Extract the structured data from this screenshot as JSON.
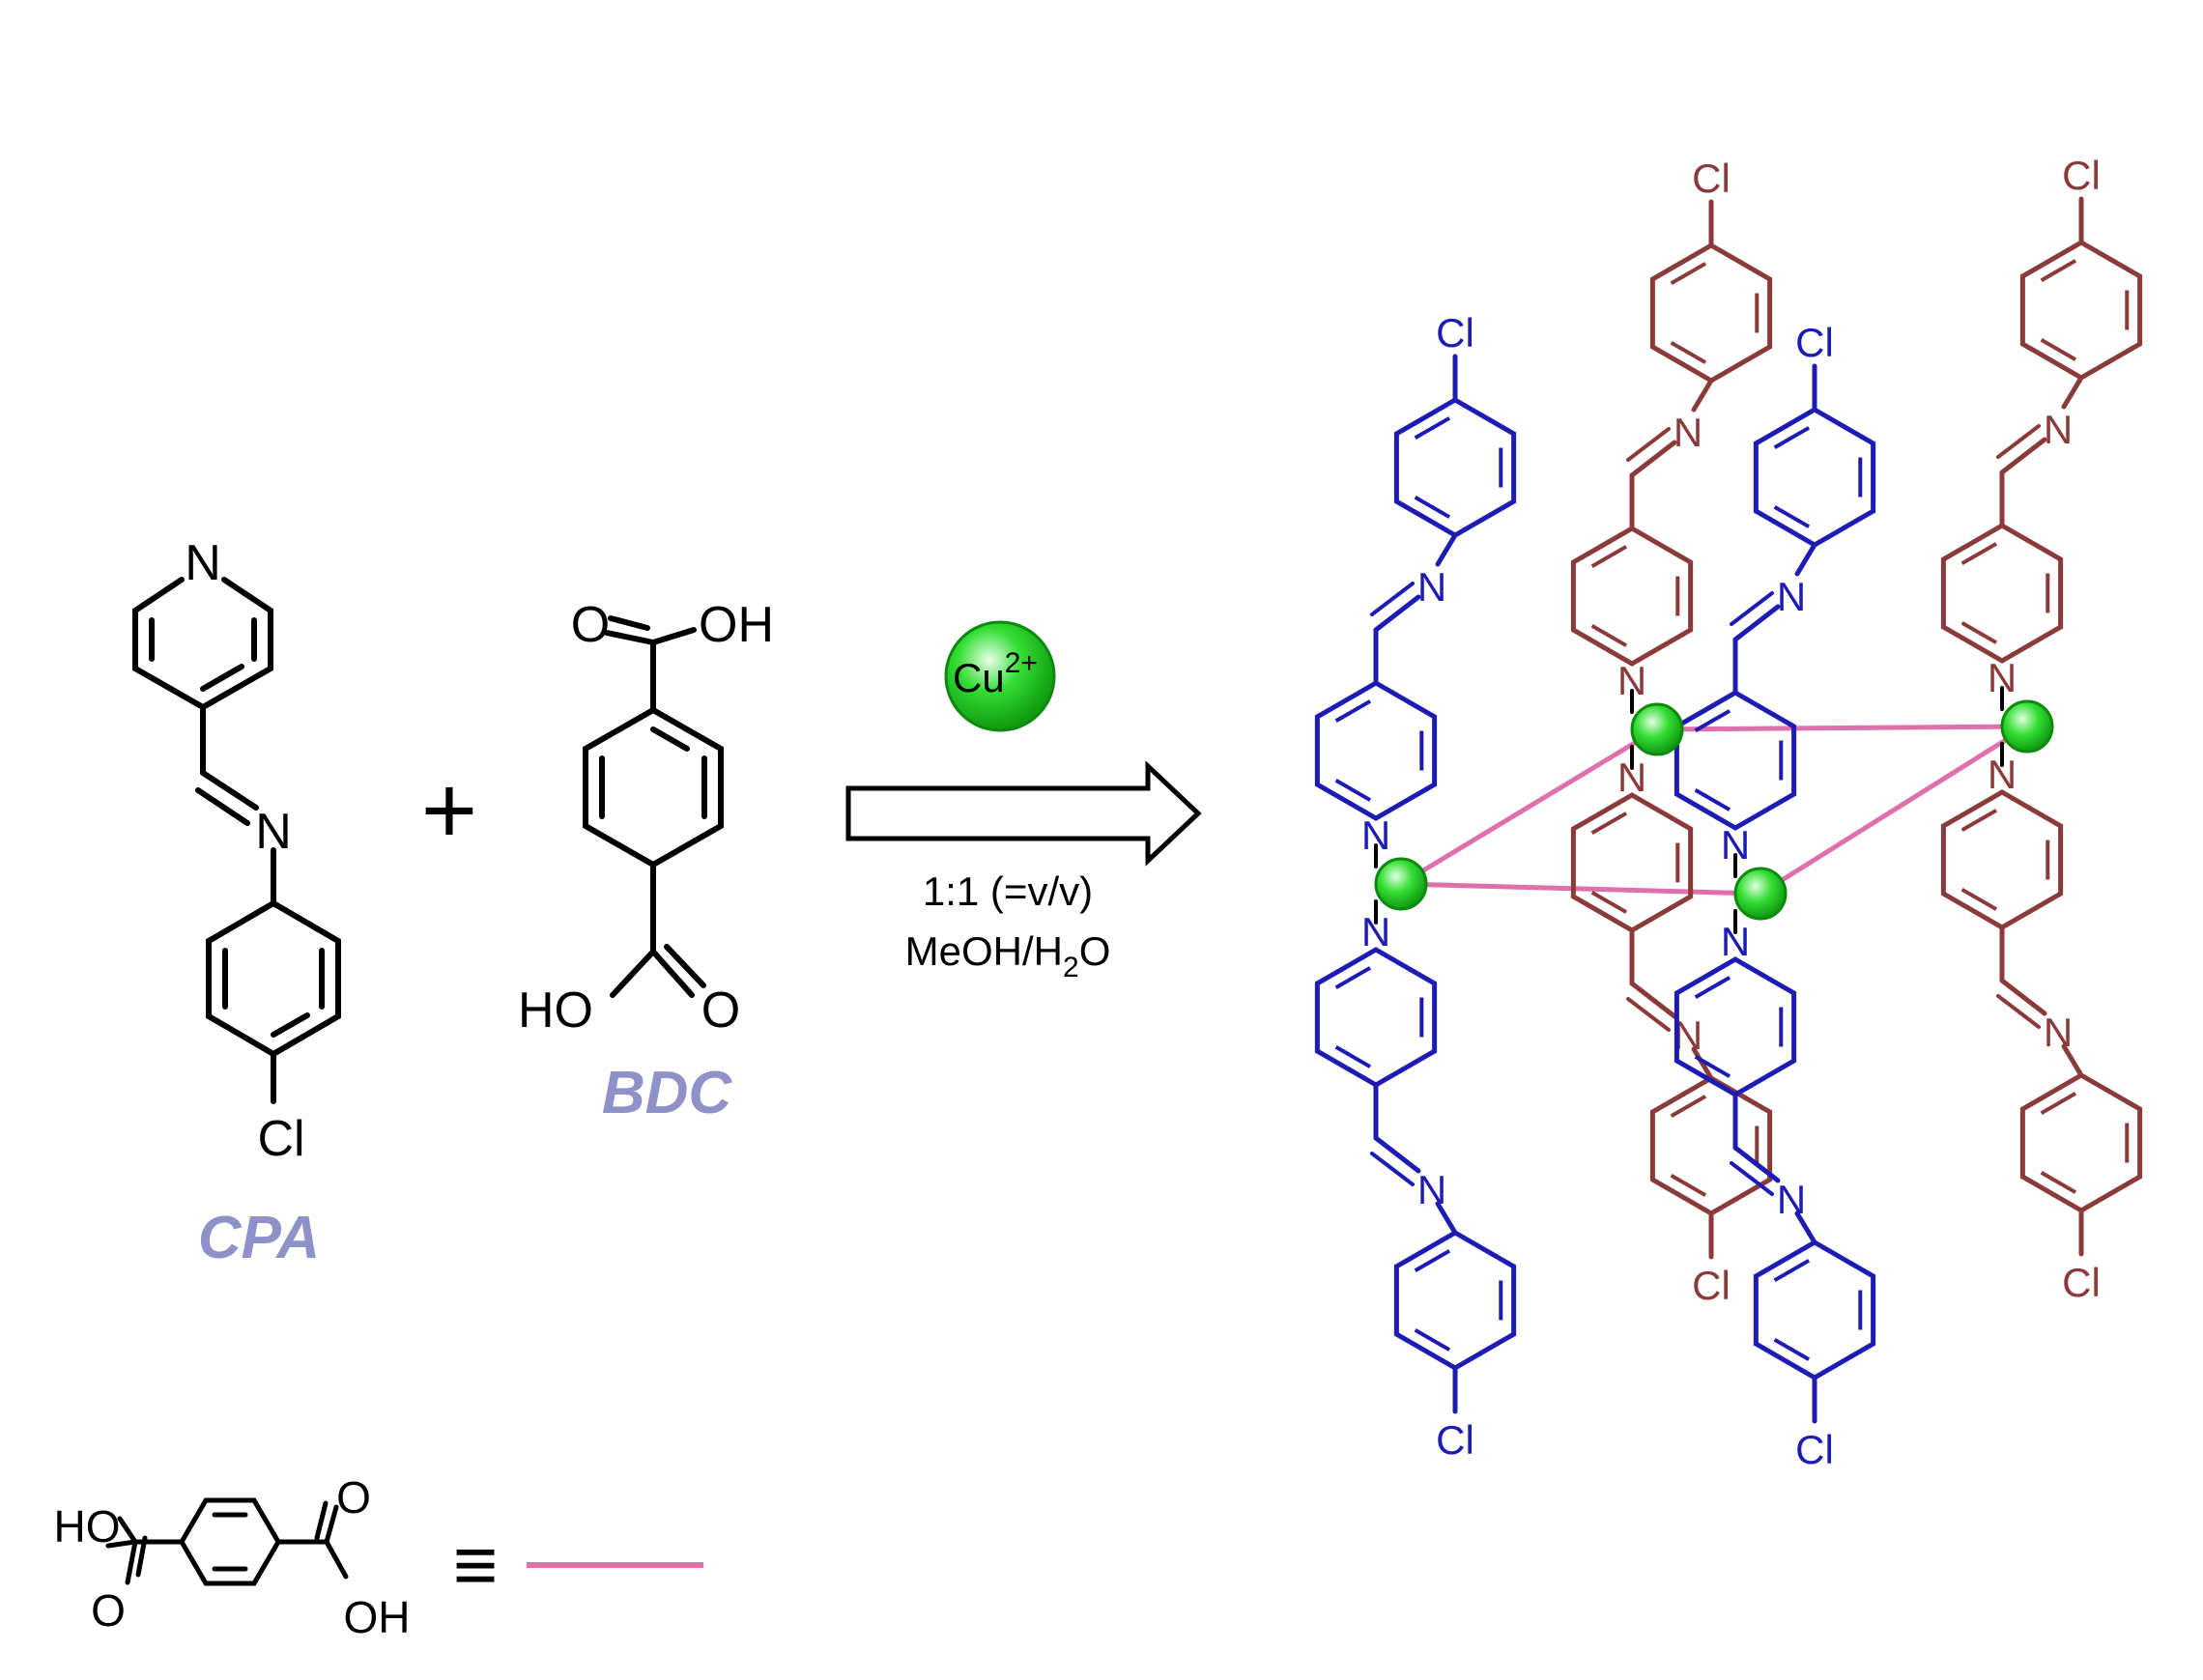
{
  "reagents": {
    "cpa": {
      "name": "CPA",
      "atoms": {
        "n_pyridine": "N",
        "n_imine": "N",
        "cl": "Cl"
      }
    },
    "bdc": {
      "name": "BDC",
      "atoms": {
        "o_top": "O",
        "oh_top": "OH",
        "ho_bottom": "HO",
        "o_bottom": "O"
      }
    },
    "plus": "+"
  },
  "reaction": {
    "metal": {
      "symbol": "Cu",
      "charge": "2+"
    },
    "ratio": "1:1 (=v/v)",
    "solvent": {
      "pre": "MeOH/H",
      "sub": "2",
      "post": "O"
    }
  },
  "legend": {
    "atoms": {
      "ho": "HO",
      "o_left": "O",
      "o_right": "O",
      "oh": "OH"
    },
    "equiv": "≡"
  },
  "framework_labels": {
    "n": "N",
    "cl": "Cl"
  },
  "colors": {
    "black": "#000000",
    "name_label": "#8e92c8",
    "ligand_blue": "#1c1cb4",
    "ligand_brown": "#8b3a3a",
    "bdc_link": "#e070ac",
    "metal_node": "#33dd33"
  }
}
